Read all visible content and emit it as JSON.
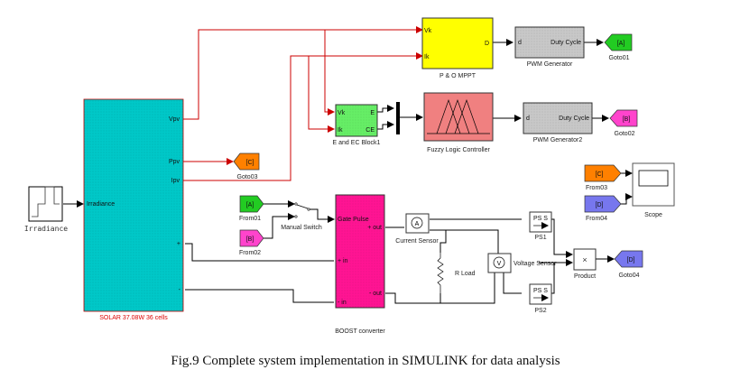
{
  "caption": "Fig.9 Complete system implementation in SIMULINK for data analysis",
  "colors": {
    "signal_wire": "#cc0000",
    "physical_wire": "#000000",
    "solar_block": "#00c8c8",
    "mppt_block": "#ffff00",
    "pwm_block": "#c8c8c8",
    "eec_block": "#66ee66",
    "fuzzy_block": "#f08080",
    "boost_block": "#ff1493",
    "tag_green": "#22cc22",
    "tag_magenta": "#ff44cc",
    "tag_orange": "#ff8000",
    "tag_blue": "#7777ee"
  },
  "blocks": {
    "irradiance": {
      "label": "Irradiance"
    },
    "solar": {
      "label": "SOLAR 37.08W 36 cells",
      "port_in": "Irradiance",
      "ports_out": [
        "Vpv",
        "Ppv",
        "Ipv",
        "+",
        "-"
      ]
    },
    "mppt": {
      "label": "P & O MPPT",
      "ports_in": [
        "Vk",
        "Ik"
      ],
      "port_out": "D"
    },
    "pwm1": {
      "label": "PWM Generator",
      "port_in": "d",
      "port_out": "Duty Cycle"
    },
    "goto01": {
      "label": "Goto01",
      "tag": "[A]"
    },
    "eec": {
      "label": "E and EC Block1",
      "ports_in": [
        "Vk",
        "Ik"
      ],
      "ports_out": [
        "E",
        "CE"
      ]
    },
    "fuzzy": {
      "label": "Fuzzy Logic Controller"
    },
    "pwm2": {
      "label": "PWM Generator2",
      "port_in": "d",
      "port_out": "Duty Cycle"
    },
    "goto02": {
      "label": "Goto02",
      "tag": "[B]"
    },
    "goto03": {
      "label": "Goto03",
      "tag": "[C]"
    },
    "from01": {
      "label": "From01",
      "tag": "[A]"
    },
    "from02": {
      "label": "From02",
      "tag": "[B]"
    },
    "switch": {
      "label": "Manual Switch"
    },
    "boost": {
      "label": "BOOST converter",
      "ports_in": [
        "Gate Pulse",
        "+ in",
        "- in"
      ],
      "ports_out": [
        "+ out",
        "- out"
      ]
    },
    "current_sensor": {
      "label": "Current Sensor",
      "glyph": "A"
    },
    "voltage_sensor": {
      "label": "Voltage Sensor",
      "glyph": "V"
    },
    "rload": {
      "label": "R Load"
    },
    "ps1": {
      "label": "PS1",
      "text": "PS S"
    },
    "ps2": {
      "label": "PS2",
      "text": "PS S"
    },
    "product": {
      "label": "Product",
      "glyph": "×"
    },
    "goto04": {
      "label": "Goto04",
      "tag": "[D]"
    },
    "from03": {
      "label": "From03",
      "tag": "[C]"
    },
    "from04": {
      "label": "From04",
      "tag": "[D]"
    },
    "scope": {
      "label": "Scope"
    }
  }
}
